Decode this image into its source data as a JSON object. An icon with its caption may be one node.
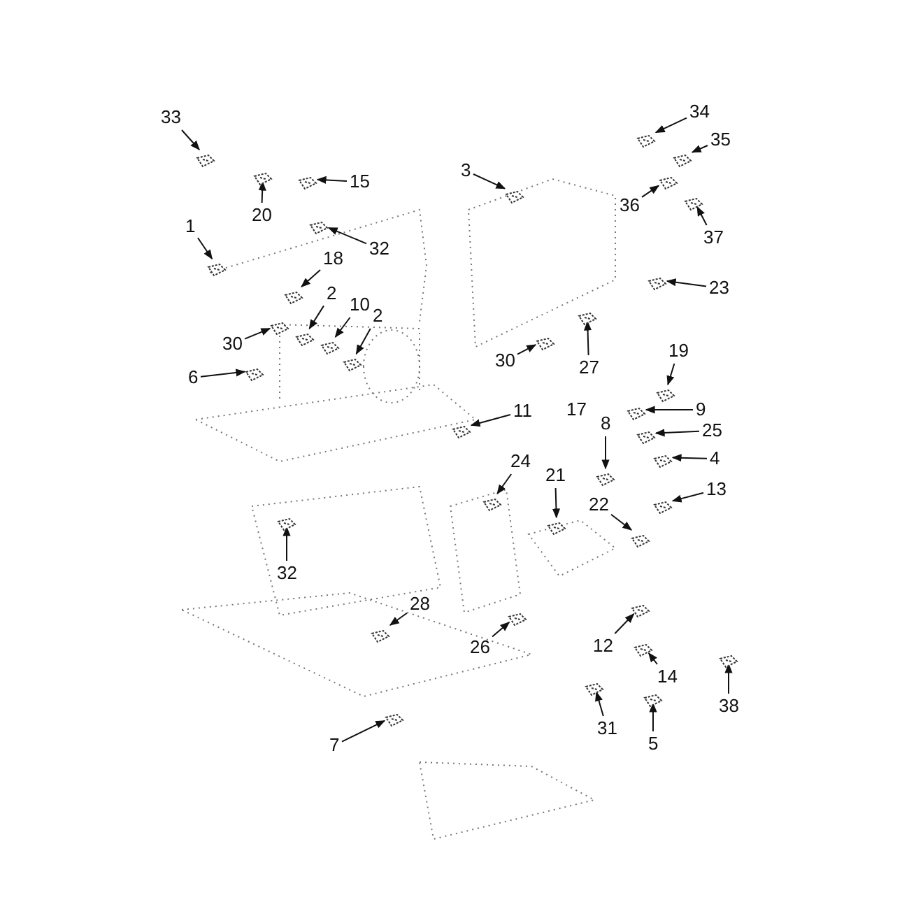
{
  "diagram": {
    "nodes": [
      {
        "text": [
          "33"
        ]
      },
      {
        "text": [
          "15"
        ]
      },
      {
        "text": [
          "20"
        ]
      },
      {
        "text": [
          "1"
        ]
      },
      {
        "text": [
          "32"
        ]
      },
      {
        "text": [
          "18"
        ]
      },
      {
        "text": [
          "2"
        ]
      },
      {
        "text": [
          "10"
        ]
      },
      {
        "text": [
          "2"
        ]
      },
      {
        "text": [
          "30"
        ]
      },
      {
        "text": [
          "6"
        ]
      },
      {
        "text": [
          "3"
        ]
      },
      {
        "text": [
          "34"
        ]
      },
      {
        "text": [
          "35"
        ]
      },
      {
        "text": [
          "36"
        ]
      },
      {
        "text": [
          "37"
        ]
      },
      {
        "text": [
          "23"
        ]
      },
      {
        "text": [
          "30"
        ]
      },
      {
        "text": [
          "27"
        ]
      },
      {
        "text": [
          "19"
        ]
      },
      {
        "text": [
          "9"
        ]
      },
      {
        "text": [
          "25"
        ]
      },
      {
        "text": [
          "4"
        ]
      },
      {
        "text": [
          "11"
        ]
      },
      {
        "text": [
          "8"
        ]
      },
      {
        "text": [
          "24"
        ]
      },
      {
        "text": [
          "21"
        ]
      },
      {
        "text": [
          "22"
        ]
      },
      {
        "text": [
          "13"
        ]
      },
      {
        "text": [
          "32"
        ]
      },
      {
        "text": [
          "28"
        ]
      },
      {
        "text": [
          "26"
        ]
      },
      {
        "text": [
          "12"
        ]
      },
      {
        "text": [
          "14"
        ]
      },
      {
        "text": [
          "38"
        ]
      },
      {
        "text": [
          "7"
        ]
      },
      {
        "text": [
          "31"
        ]
      },
      {
        "text": [
          "5"
        ]
      },
      {
        "text": [],
        "shape": "picture"
      },
      {
        "text": [],
        "shape": "picture"
      },
      {
        "text": [],
        "shape": "picture"
      },
      {
        "text": [],
        "shape": "picture"
      },
      {
        "text": [],
        "shape": "picture"
      },
      {
        "text": [],
        "shape": "picture"
      },
      {
        "text": [],
        "shape": "picture"
      },
      {
        "text": [],
        "shape": "picture"
      },
      {
        "text": [],
        "shape": "picture"
      },
      {
        "text": [],
        "shape": "picture"
      },
      {
        "text": [],
        "shape": "picture"
      },
      {
        "text": [],
        "shape": "picture"
      },
      {
        "text": [],
        "shape": "picture"
      },
      {
        "text": [],
        "shape": "picture"
      },
      {
        "text": [],
        "shape": "picture"
      },
      {
        "text": [],
        "shape": "picture"
      },
      {
        "text": [],
        "shape": "picture"
      },
      {
        "text": [],
        "shape": "picture"
      },
      {
        "text": [],
        "shape": "picture"
      },
      {
        "text": [],
        "shape": "picture"
      },
      {
        "text": [],
        "shape": "picture"
      },
      {
        "text": [],
        "shape": "picture"
      },
      {
        "text": [],
        "shape": "picture"
      },
      {
        "text": [],
        "shape": "picture"
      },
      {
        "text": [],
        "shape": "picture"
      },
      {
        "text": [],
        "shape": "picture"
      },
      {
        "text": [],
        "shape": "picture"
      },
      {
        "text": [],
        "shape": "picture"
      },
      {
        "text": [],
        "shape": "picture"
      },
      {
        "text": [],
        "shape": "picture"
      },
      {
        "text": [],
        "shape": "picture"
      },
      {
        "text": [],
        "shape": "picture"
      },
      {
        "text": [],
        "shape": "picture"
      },
      {
        "text": [],
        "shape": "picture"
      },
      {
        "text": [],
        "shape": "picture"
      },
      {
        "text": [],
        "shape": "picture"
      },
      {
        "text": [],
        "shape": "picture"
      },
      {
        "text": [],
        "shape": "picture"
      }
    ],
    "edges": [
      {
        "from": 0,
        "to": 38,
        "arrow": "to"
      },
      {
        "from": 1,
        "to": 39,
        "arrow": "to"
      },
      {
        "from": 2,
        "to": 40,
        "arrow": "to"
      },
      {
        "from": 3,
        "to": 41,
        "arrow": "to"
      },
      {
        "from": 4,
        "to": 42,
        "arrow": "to"
      },
      {
        "from": 5,
        "to": 43,
        "arrow": "to"
      },
      {
        "from": 6,
        "to": 44,
        "arrow": "to"
      },
      {
        "from": 7,
        "to": 45,
        "arrow": "to"
      },
      {
        "from": 8,
        "to": 46,
        "arrow": "to"
      },
      {
        "from": 9,
        "to": 47,
        "arrow": "to"
      },
      {
        "from": 10,
        "to": 48,
        "arrow": "to"
      },
      {
        "from": 11,
        "to": 49,
        "arrow": "to"
      },
      {
        "from": 12,
        "to": 50,
        "arrow": "to"
      },
      {
        "from": 13,
        "to": 51,
        "arrow": "to"
      },
      {
        "from": 14,
        "to": 52,
        "arrow": "to"
      },
      {
        "from": 15,
        "to": 53,
        "arrow": "to"
      },
      {
        "from": 16,
        "to": 54,
        "arrow": "to"
      },
      {
        "from": 17,
        "to": 55,
        "arrow": "to"
      },
      {
        "from": 18,
        "to": 56,
        "arrow": "to"
      },
      {
        "from": 19,
        "to": 57,
        "arrow": "to"
      },
      {
        "from": 20,
        "to": 58,
        "arrow": "to"
      },
      {
        "from": 21,
        "to": 59,
        "arrow": "to"
      },
      {
        "from": 22,
        "to": 60,
        "arrow": "to"
      },
      {
        "from": 23,
        "to": 61,
        "arrow": "to"
      },
      {
        "from": 24,
        "to": 62,
        "arrow": "to"
      },
      {
        "from": 25,
        "to": 63,
        "arrow": "to"
      },
      {
        "from": 26,
        "to": 64,
        "arrow": "to"
      },
      {
        "from": 27,
        "to": 65,
        "arrow": "to"
      },
      {
        "from": 28,
        "to": 66,
        "arrow": "to"
      },
      {
        "from": 29,
        "to": 67,
        "arrow": "to"
      },
      {
        "from": 30,
        "to": 68,
        "arrow": "to"
      },
      {
        "from": 31,
        "to": 69,
        "arrow": "to"
      },
      {
        "from": 32,
        "to": 70,
        "arrow": "to"
      },
      {
        "from": 33,
        "to": 71,
        "arrow": "to"
      },
      {
        "from": 34,
        "to": 72,
        "arrow": "to"
      },
      {
        "from": 35,
        "to": 73,
        "arrow": "to"
      },
      {
        "from": 36,
        "to": 74,
        "arrow": "to"
      },
      {
        "from": 37,
        "to": 75,
        "arrow": "to"
      }
    ],
    "labels": [
      "17"
    ]
  }
}
